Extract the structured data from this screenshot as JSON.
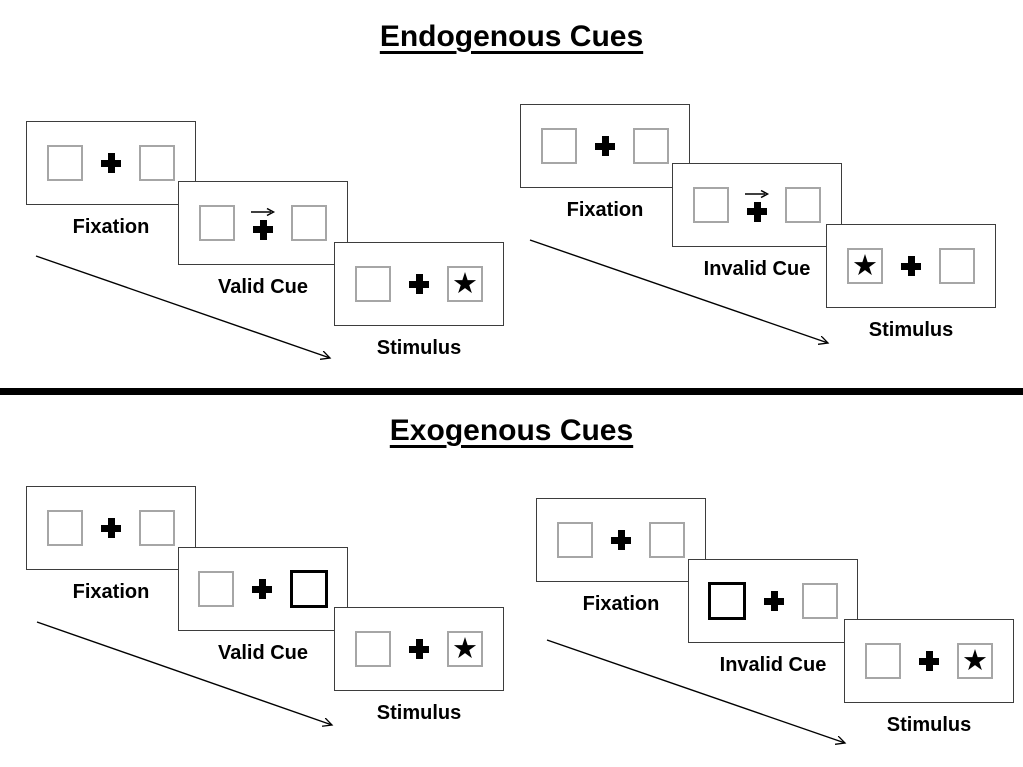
{
  "endogenous": {
    "title": "Endogenous Cues",
    "valid": {
      "fixation_label": "Fixation",
      "cue_label": "Valid Cue",
      "stimulus_label": "Stimulus",
      "cue_icon": "arrow-right-above-fixation",
      "stimulus_star_side": "right"
    },
    "invalid": {
      "fixation_label": "Fixation",
      "cue_label": "Invalid Cue",
      "stimulus_label": "Stimulus",
      "cue_icon": "arrow-right-above-fixation",
      "stimulus_star_side": "left"
    }
  },
  "exogenous": {
    "title": "Exogenous Cues",
    "valid": {
      "fixation_label": "Fixation",
      "cue_label": "Valid Cue",
      "stimulus_label": "Stimulus",
      "cue_icon": "highlighted-box-right",
      "stimulus_star_side": "right"
    },
    "invalid": {
      "fixation_label": "Fixation",
      "cue_label": "Invalid Cue",
      "stimulus_label": "Stimulus",
      "cue_icon": "highlighted-box-left",
      "stimulus_star_side": "right"
    }
  },
  "glyphs": {
    "star": "★"
  },
  "colors": {
    "ink": "#000000",
    "panel_border": "#3d3d3d",
    "box_border": "#a6a6a6",
    "background": "#ffffff"
  }
}
